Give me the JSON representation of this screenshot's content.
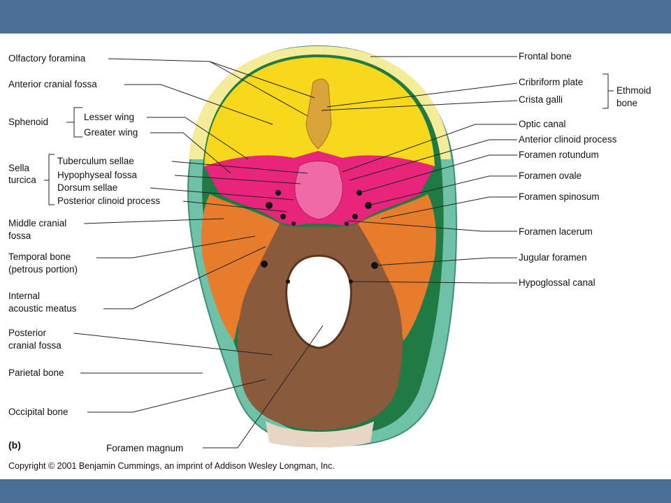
{
  "figure": {
    "panel_label": "(b)",
    "copyright": "Copyright © 2001 Benjamin Cummings, an imprint of Addison Wesley Longman, Inc."
  },
  "labels_left": {
    "olfactory_foramina": "Olfactory foramina",
    "anterior_cranial_fossa": "Anterior cranial fossa",
    "sphenoid": "Sphenoid",
    "lesser_wing": "Lesser wing",
    "greater_wing": "Greater wing",
    "sella_turcica_line1": "Sella",
    "sella_turcica_line2": "turcica",
    "tuberculum_sellae": "Tuberculum sellae",
    "hypophyseal_fossa": "Hypophyseal fossa",
    "dorsum_sellae": "Dorsum sellae",
    "posterior_clinoid_process": "Posterior clinoid process",
    "middle_cranial_fossa_line1": "Middle cranial",
    "middle_cranial_fossa_line2": "fossa",
    "temporal_bone_line1": "Temporal bone",
    "temporal_bone_line2": "(petrous portion)",
    "internal_acoustic_line1": "Internal",
    "internal_acoustic_line2": "acoustic meatus",
    "posterior_cranial_fossa_line1": "Posterior",
    "posterior_cranial_fossa_line2": "cranial fossa",
    "parietal_bone": "Parietal bone",
    "occipital_bone": "Occipital bone",
    "foramen_magnum": "Foramen magnum"
  },
  "labels_right": {
    "frontal_bone": "Frontal bone",
    "cribriform_plate": "Cribriform plate",
    "crista_galli": "Crista galli",
    "ethmoid_line1": "Ethmoid",
    "ethmoid_line2": "bone",
    "optic_canal": "Optic canal",
    "anterior_clinoid_process": "Anterior clinoid process",
    "foramen_rotundum": "Foramen rotundum",
    "foramen_ovale": "Foramen ovale",
    "foramen_spinosum": "Foramen spinosum",
    "foramen_lacerum": "Foramen lacerum",
    "jugular_foramen": "Jugular foramen",
    "hypoglossal_canal": "Hypoglossal canal"
  },
  "colors": {
    "band": "#4a6e96",
    "frontal": "#f7d81c",
    "sphenoid": "#e8257a",
    "temporal": "#e77c2c",
    "occipital": "#8a5a3c",
    "parietal": "#6fc2a8"
  }
}
